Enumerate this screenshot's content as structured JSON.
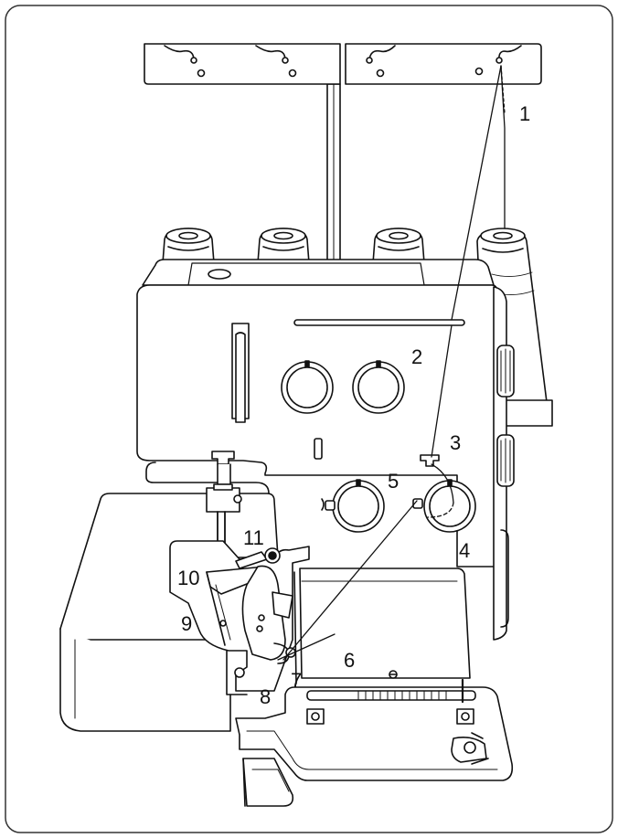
{
  "diagram": {
    "labels": [
      {
        "id": "1",
        "text": "1"
      },
      {
        "id": "2",
        "text": "2"
      },
      {
        "id": "3",
        "text": "3"
      },
      {
        "id": "4",
        "text": "4"
      },
      {
        "id": "5",
        "text": "5"
      },
      {
        "id": "6",
        "text": "6"
      },
      {
        "id": "7",
        "text": "7"
      },
      {
        "id": "8",
        "text": "8"
      },
      {
        "id": "9",
        "text": "9"
      },
      {
        "id": "10",
        "text": "10"
      },
      {
        "id": "11",
        "text": "11"
      }
    ],
    "colors": {
      "line": "#111111",
      "fill": "#ffffff",
      "frame": "#333333"
    }
  }
}
